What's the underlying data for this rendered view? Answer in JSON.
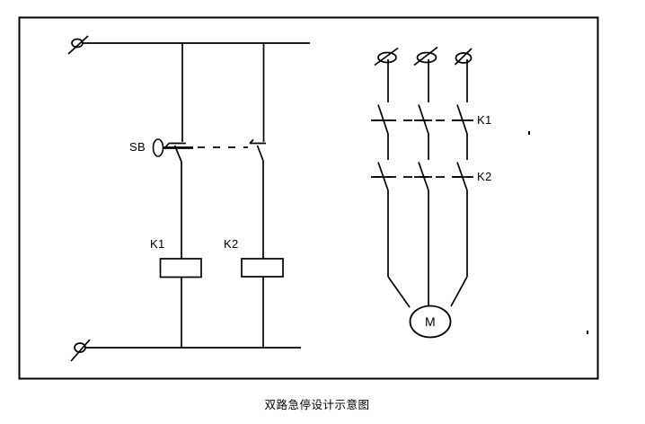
{
  "diagram": {
    "title": "双路急停设计示意图",
    "colors": {
      "line": "#000000",
      "background": "#ffffff"
    },
    "control_circuit": {
      "sb_label": "SB",
      "coil_k1_label": "K1",
      "coil_k2_label": "K2"
    },
    "power_circuit": {
      "contact_k1_label": "K1",
      "contact_k2_label": "K2",
      "motor_label": "M"
    }
  }
}
